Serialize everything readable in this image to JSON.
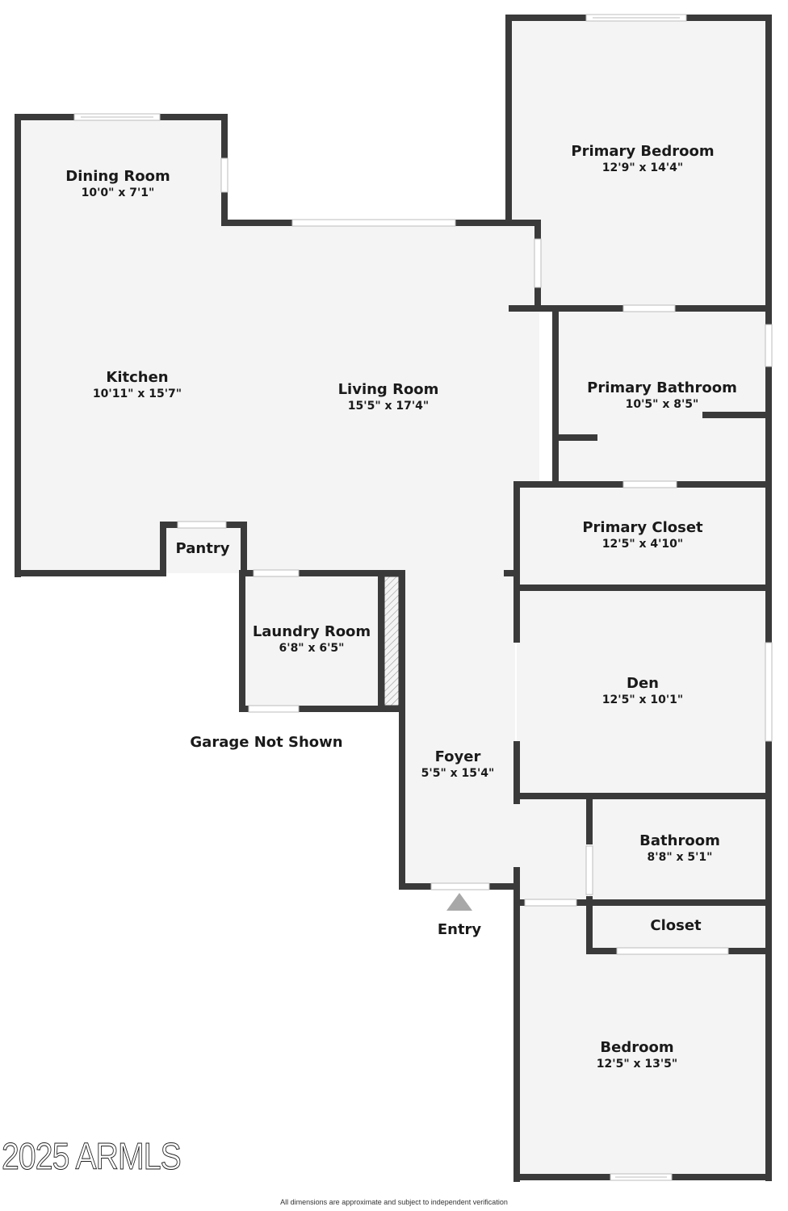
{
  "floor_plan": {
    "rooms": [
      {
        "id": "dining-room",
        "name": "Dining Room",
        "dimensions": "10'0\" x 7'1\""
      },
      {
        "id": "kitchen",
        "name": "Kitchen",
        "dimensions": "10'11\" x 15'7\""
      },
      {
        "id": "living-room",
        "name": "Living Room",
        "dimensions": "15'5\" x 17'4\""
      },
      {
        "id": "primary-bedroom",
        "name": "Primary Bedroom",
        "dimensions": "12'9\" x 14'4\""
      },
      {
        "id": "primary-bathroom",
        "name": "Primary Bathroom",
        "dimensions": "10'5\" x 8'5\""
      },
      {
        "id": "primary-closet",
        "name": "Primary Closet",
        "dimensions": "12'5\" x 4'10\""
      },
      {
        "id": "pantry",
        "name": "Pantry",
        "dimensions": ""
      },
      {
        "id": "laundry-room",
        "name": "Laundry Room",
        "dimensions": "6'8\" x 6'5\""
      },
      {
        "id": "den",
        "name": "Den",
        "dimensions": "12'5\" x 10'1\""
      },
      {
        "id": "foyer",
        "name": "Foyer",
        "dimensions": "5'5\" x 15'4\""
      },
      {
        "id": "bathroom",
        "name": "Bathroom",
        "dimensions": "8'8\" x 5'1\""
      },
      {
        "id": "closet",
        "name": "Closet",
        "dimensions": ""
      },
      {
        "id": "bedroom",
        "name": "Bedroom",
        "dimensions": "12'5\" x 13'5\""
      }
    ],
    "notes": {
      "garage": "Garage Not Shown",
      "entry": "Entry"
    },
    "colors": {
      "wall": "#3a3a3a",
      "floor": "#f4f4f4",
      "entry_marker": "#a8a8a8"
    }
  },
  "watermark": "2025 ARMLS",
  "disclaimer": "All dimensions are approximate and subject to independent verification"
}
